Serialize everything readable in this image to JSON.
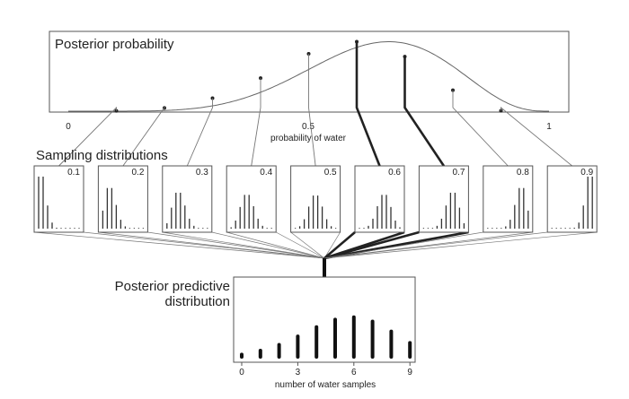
{
  "posterior": {
    "title": "Posterior probability",
    "xlabel": "probability of water",
    "ticks": [
      "0",
      "0.5",
      "1"
    ],
    "p_values": [
      0.1,
      0.2,
      0.3,
      0.4,
      0.5,
      0.6,
      0.7,
      0.8,
      0.9
    ],
    "density": [
      0.007,
      0.07,
      0.28,
      0.71,
      1.23,
      1.49,
      1.17,
      0.45,
      0.01
    ]
  },
  "sampling": {
    "title": "Sampling distributions",
    "panels": [
      {
        "label": "0.1",
        "counts": [
          0.387,
          0.387,
          0.172,
          0.045,
          0.007,
          0.001,
          0,
          0,
          0,
          0
        ]
      },
      {
        "label": "0.2",
        "counts": [
          0.134,
          0.302,
          0.302,
          0.176,
          0.066,
          0.017,
          0.003,
          0,
          0,
          0
        ]
      },
      {
        "label": "0.3",
        "counts": [
          0.04,
          0.156,
          0.267,
          0.267,
          0.172,
          0.074,
          0.021,
          0.004,
          0,
          0
        ]
      },
      {
        "label": "0.4",
        "counts": [
          0.01,
          0.06,
          0.161,
          0.251,
          0.251,
          0.167,
          0.074,
          0.021,
          0.004,
          0
        ]
      },
      {
        "label": "0.5",
        "counts": [
          0.002,
          0.018,
          0.07,
          0.164,
          0.246,
          0.246,
          0.164,
          0.07,
          0.018,
          0.002
        ]
      },
      {
        "label": "0.6",
        "counts": [
          0,
          0.004,
          0.021,
          0.074,
          0.167,
          0.251,
          0.251,
          0.161,
          0.06,
          0.01
        ]
      },
      {
        "label": "0.7",
        "counts": [
          0,
          0,
          0.004,
          0.021,
          0.074,
          0.172,
          0.267,
          0.267,
          0.156,
          0.04
        ]
      },
      {
        "label": "0.8",
        "counts": [
          0,
          0,
          0,
          0.003,
          0.017,
          0.066,
          0.176,
          0.302,
          0.302,
          0.134
        ]
      },
      {
        "label": "0.9",
        "counts": [
          0,
          0,
          0,
          0,
          0.001,
          0.007,
          0.045,
          0.172,
          0.387,
          0.387
        ]
      }
    ]
  },
  "predictive": {
    "title_line1": "Posterior predictive",
    "title_line2": "distribution",
    "xlabel": "number of water samples",
    "tick_labels": [
      "0",
      "3",
      "6",
      "9"
    ],
    "tick_values": [
      0,
      3,
      6,
      9
    ],
    "counts": [
      0.01,
      0.027,
      0.052,
      0.088,
      0.128,
      0.16,
      0.17,
      0.152,
      0.109,
      0.06
    ]
  },
  "chart_data": {
    "type": "bar",
    "title": "Posterior predictive distribution",
    "xlabel": "number of water samples",
    "categories": [
      "0",
      "1",
      "2",
      "3",
      "4",
      "5",
      "6",
      "7",
      "8",
      "9"
    ],
    "values": [
      0.01,
      0.027,
      0.052,
      0.088,
      0.128,
      0.16,
      0.17,
      0.152,
      0.109,
      0.06
    ]
  }
}
